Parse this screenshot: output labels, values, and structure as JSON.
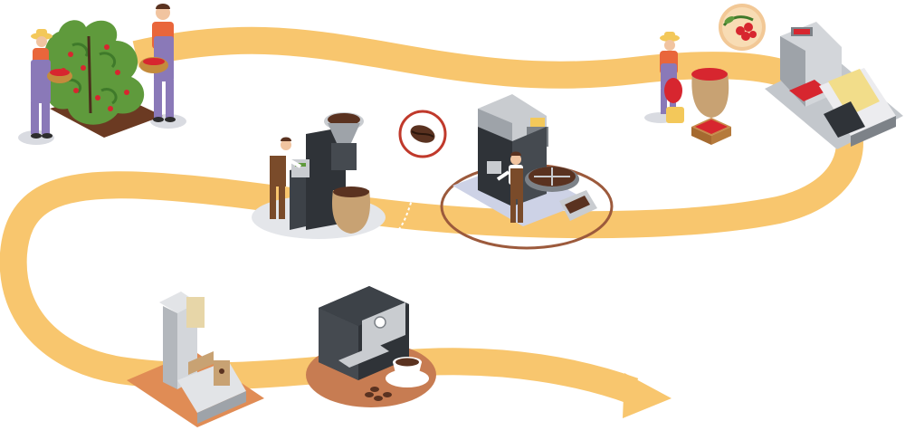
{
  "diagram": {
    "kind": "coffee-production-process",
    "colors": {
      "path": "#f8c66e",
      "path_light": "#fbd58e",
      "soil": "#6b3a22",
      "leaf": "#5f9a3c",
      "leaf_dark": "#3f7a2a",
      "cherry": "#d7262f",
      "bean": "#5a3220",
      "burlap": "#c8a273",
      "steel": "#c9ccd0",
      "steel_dark": "#7d8288",
      "machine_black": "#2f3338",
      "worker_shirt": "#e9663b",
      "worker_overalls": "#8a79b8",
      "worker_apron": "#7a4b2a",
      "hat": "#f3c85a",
      "roast_ring": "#9c5a3c",
      "coffee_base": "#c77c52",
      "sorter_base": "#e08c55",
      "shadow": "#d9dbe1"
    },
    "stages": [
      {
        "id": "harvesting",
        "icon": "coffee-plant-icon"
      },
      {
        "id": "sorting-cherries",
        "icon": "coffee-cherry-icon"
      },
      {
        "id": "pulping",
        "icon": "pulping-machine-icon"
      },
      {
        "id": "roasting",
        "icon": "roaster-icon"
      },
      {
        "id": "grinding",
        "icon": "grinder-icon"
      },
      {
        "id": "packaging",
        "icon": "packaging-machine-icon"
      },
      {
        "id": "brewing",
        "icon": "espresso-machine-icon"
      }
    ]
  }
}
